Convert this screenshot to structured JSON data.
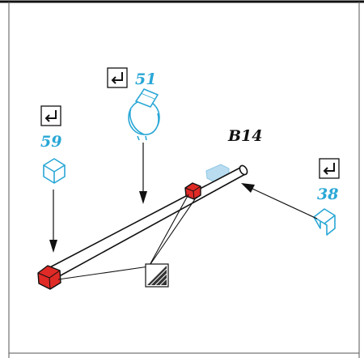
{
  "colors": {
    "accent": "#29a7d6",
    "glue_red": "#e02a26",
    "ink": "#111111"
  },
  "part_label": "B14",
  "callouts": [
    {
      "id": "c59",
      "number": "59",
      "icon": "return-arrow-icon",
      "part_icon": "cube-icon"
    },
    {
      "id": "c51",
      "number": "51",
      "icon": "return-arrow-icon",
      "part_icon": "clamp-ring-icon"
    },
    {
      "id": "c38",
      "number": "38",
      "icon": "return-arrow-icon",
      "part_icon": "bent-block-icon"
    }
  ],
  "tool_icon": "glue-tool-icon"
}
